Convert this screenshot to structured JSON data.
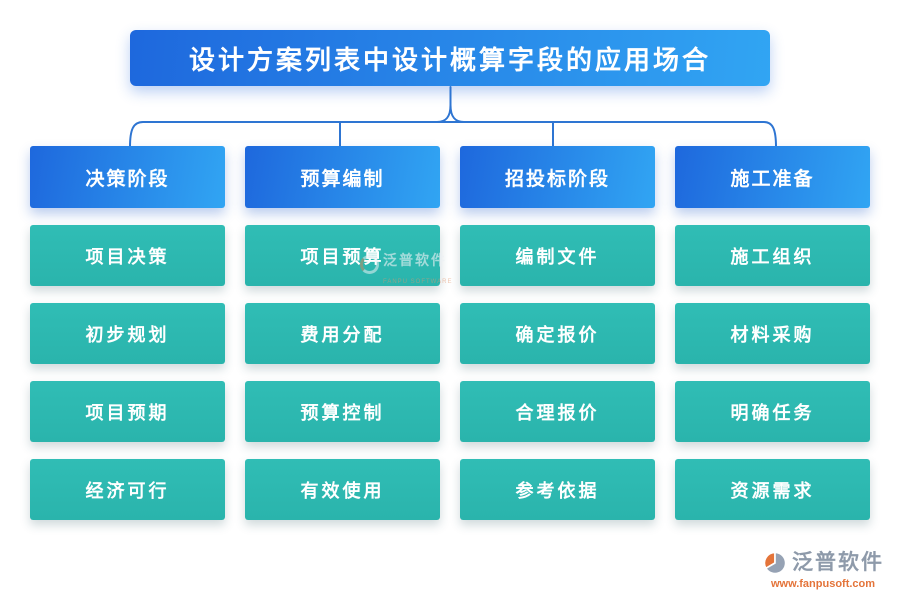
{
  "title": {
    "text": "设计方案列表中设计概算字段的应用场合"
  },
  "colors": {
    "blue_dark": "#1e68dd",
    "blue_light": "#31a5f3",
    "teal": "#2ab4ac",
    "connector": "#2e75d2",
    "logo_gray": "#8e9aaa",
    "logo_orange": "#e4743a"
  },
  "columns": [
    {
      "header": "决策阶段",
      "items": [
        "项目决策",
        "初步规划",
        "项目预期",
        "经济可行"
      ]
    },
    {
      "header": "预算编制",
      "items": [
        "项目预算",
        "费用分配",
        "预算控制",
        "有效使用"
      ]
    },
    {
      "header": "招投标阶段",
      "items": [
        "编制文件",
        "确定报价",
        "合理报价",
        "参考依据"
      ]
    },
    {
      "header": "施工准备",
      "items": [
        "施工组织",
        "材料采购",
        "明确任务",
        "资源需求"
      ]
    }
  ],
  "watermark": {
    "name": "泛普软件",
    "subtext": "FANPU SOFTWARE"
  },
  "footer_logo": {
    "brand": "泛普软件",
    "url": "www.fanpusoft.com"
  }
}
